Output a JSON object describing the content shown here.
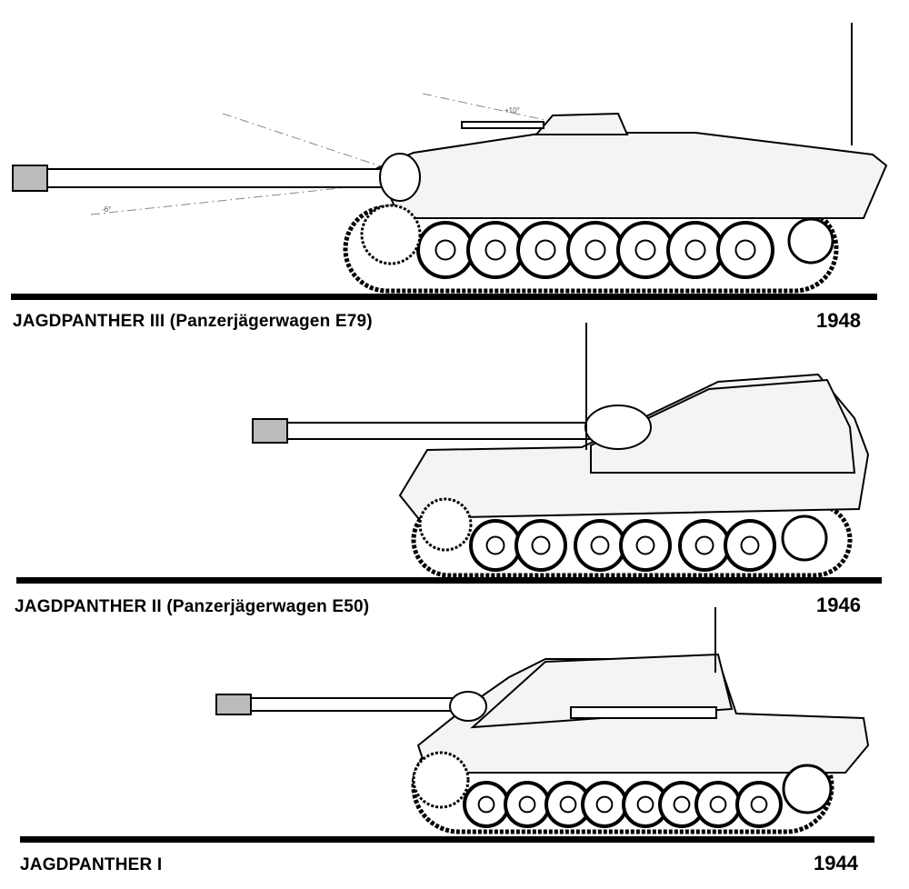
{
  "vehicles": [
    {
      "name": "JAGDPANTHER III (Panzerjägerwagen E79)",
      "year": "1948"
    },
    {
      "name": "JAGDPANTHER II (Panzerjägerwagen E50)",
      "year": "1946"
    },
    {
      "name": "JAGDPANTHER I",
      "year": "1944"
    }
  ],
  "annotations": {
    "depression": "-6°",
    "elevation": "+10°"
  },
  "colors": {
    "ink": "#000000",
    "hull": "#f4f4f4",
    "wheel": "#ffffff"
  }
}
